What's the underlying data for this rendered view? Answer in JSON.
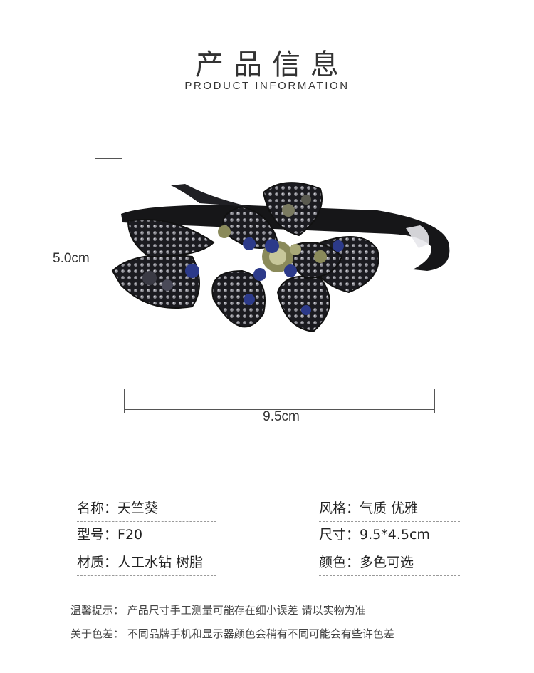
{
  "header": {
    "title_cn": "产品信息",
    "title_en": "PRODUCT INFORMATION"
  },
  "dimensions": {
    "height_label": "5.0cm",
    "width_label": "9.5cm"
  },
  "product_image": {
    "description_icon": "jeweled-hair-clip",
    "colors": {
      "base": "#1a1a1f",
      "blue_gem": "#2c3a8a",
      "olive_gem": "#8a8a5a",
      "silver_stone": "#9a9aa0"
    }
  },
  "specs": {
    "name": {
      "label": "名称：",
      "value": "天竺葵"
    },
    "style": {
      "label": "风格：",
      "value": "气质 优雅"
    },
    "model": {
      "label": "型号：",
      "value": "F20"
    },
    "size": {
      "label": "尺寸：",
      "value": "9.5*4.5cm"
    },
    "material": {
      "label": "材质：",
      "value": "人工水钻 树脂"
    },
    "color": {
      "label": "颜色：",
      "value": "多色可选"
    }
  },
  "notes": {
    "tip_label": "温馨提示：",
    "tip_text": "产品尺寸手工测量可能存在细小误差 请以实物为准",
    "color_label": "关于色差：",
    "color_text": "不同品牌手机和显示器颜色会稍有不同可能会有些许色差"
  }
}
